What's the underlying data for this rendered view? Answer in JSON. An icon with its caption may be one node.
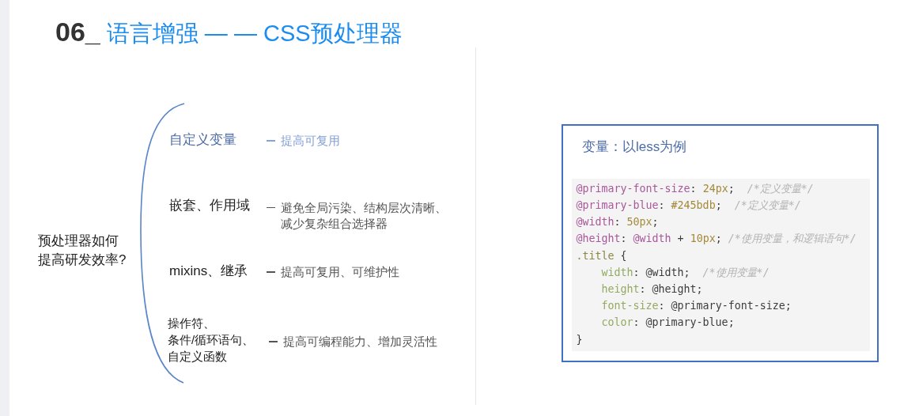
{
  "diagram": {
    "title": "**06_** 语言增强 — — CSS预处理器",
    "nodes": [
      {
        "text": [
          "变量：以less为例"
        ]
      },
      {
        "text": [
          "@primary-font-size: 24px;  /*定义变量*/",
          "@primary-blue: #245bdb;  /*定义变量*/",
          "@width: 50px;",
          "@height: @width + 10px; /*使用变量，和逻辑语句*/",
          ".title {",
          "width: @width;  /*使用变量*/",
          "height: @height;",
          "font-size: @primary-font-size;",
          "color: @primary-blue;",
          "}"
        ],
        "in": 0
      }
    ],
    "labels": [
      "预处理器如何提高研发效率?",
      "自定义变量",
      "提高可复用",
      "嵌套、作用域",
      "避免全局污染、结构层次清晰、减少复杂组合选择器",
      "mixins、继承",
      "提高可复用、可维护性",
      "操作符、",
      "条件/循环语句、",
      "自定义函数",
      "提高可编程能力、增加灵活性"
    ]
  }
}
